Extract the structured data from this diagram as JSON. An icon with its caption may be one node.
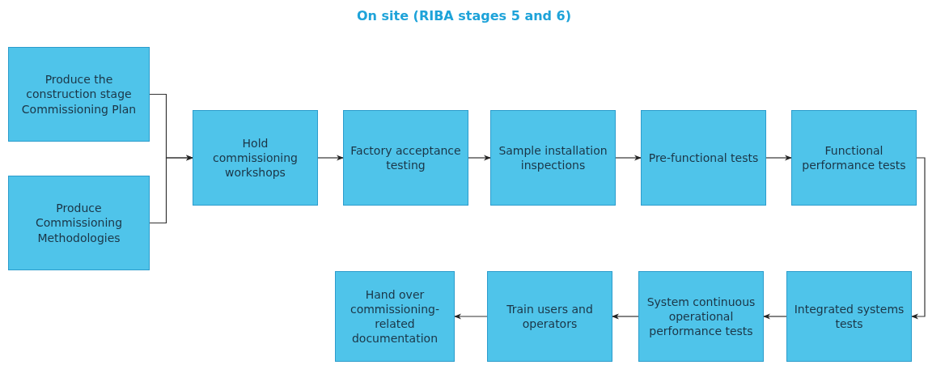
{
  "diagram": {
    "title": "On site (RIBA stages 5 and 6)",
    "nodes": [
      {
        "text": [
          "Produce the construction stage Commissioning Plan"
        ]
      },
      {
        "text": [
          "Produce Commissioning Methodologies"
        ]
      },
      {
        "text": [
          "Hold commissioning workshops"
        ]
      },
      {
        "text": [
          "Factory acceptance testing"
        ]
      },
      {
        "text": [
          "Sample installation inspections"
        ]
      },
      {
        "text": [
          "Pre-functional tests"
        ]
      },
      {
        "text": [
          "Functional performance tests"
        ]
      },
      {
        "text": [
          "Integrated systems tests"
        ]
      },
      {
        "text": [
          "System continuous operational performance tests"
        ]
      },
      {
        "text": [
          "Train users and operators"
        ]
      },
      {
        "text": [
          "Hand over commissioning-related documentation"
        ]
      }
    ],
    "edges": [
      {
        "from": 0,
        "to": 2,
        "arrow": "to"
      },
      {
        "from": 1,
        "to": 2,
        "arrow": "to"
      },
      {
        "from": 2,
        "to": 3,
        "arrow": "to"
      },
      {
        "from": 3,
        "to": 4,
        "arrow": "to"
      },
      {
        "from": 4,
        "to": 5,
        "arrow": "to"
      },
      {
        "from": 5,
        "to": 6,
        "arrow": "to"
      },
      {
        "from": 6,
        "to": 7,
        "arrow": "to"
      },
      {
        "from": 7,
        "to": 8,
        "arrow": "to"
      },
      {
        "from": 8,
        "to": 9,
        "arrow": "to"
      },
      {
        "from": 9,
        "to": 10,
        "arrow": "to"
      }
    ]
  }
}
